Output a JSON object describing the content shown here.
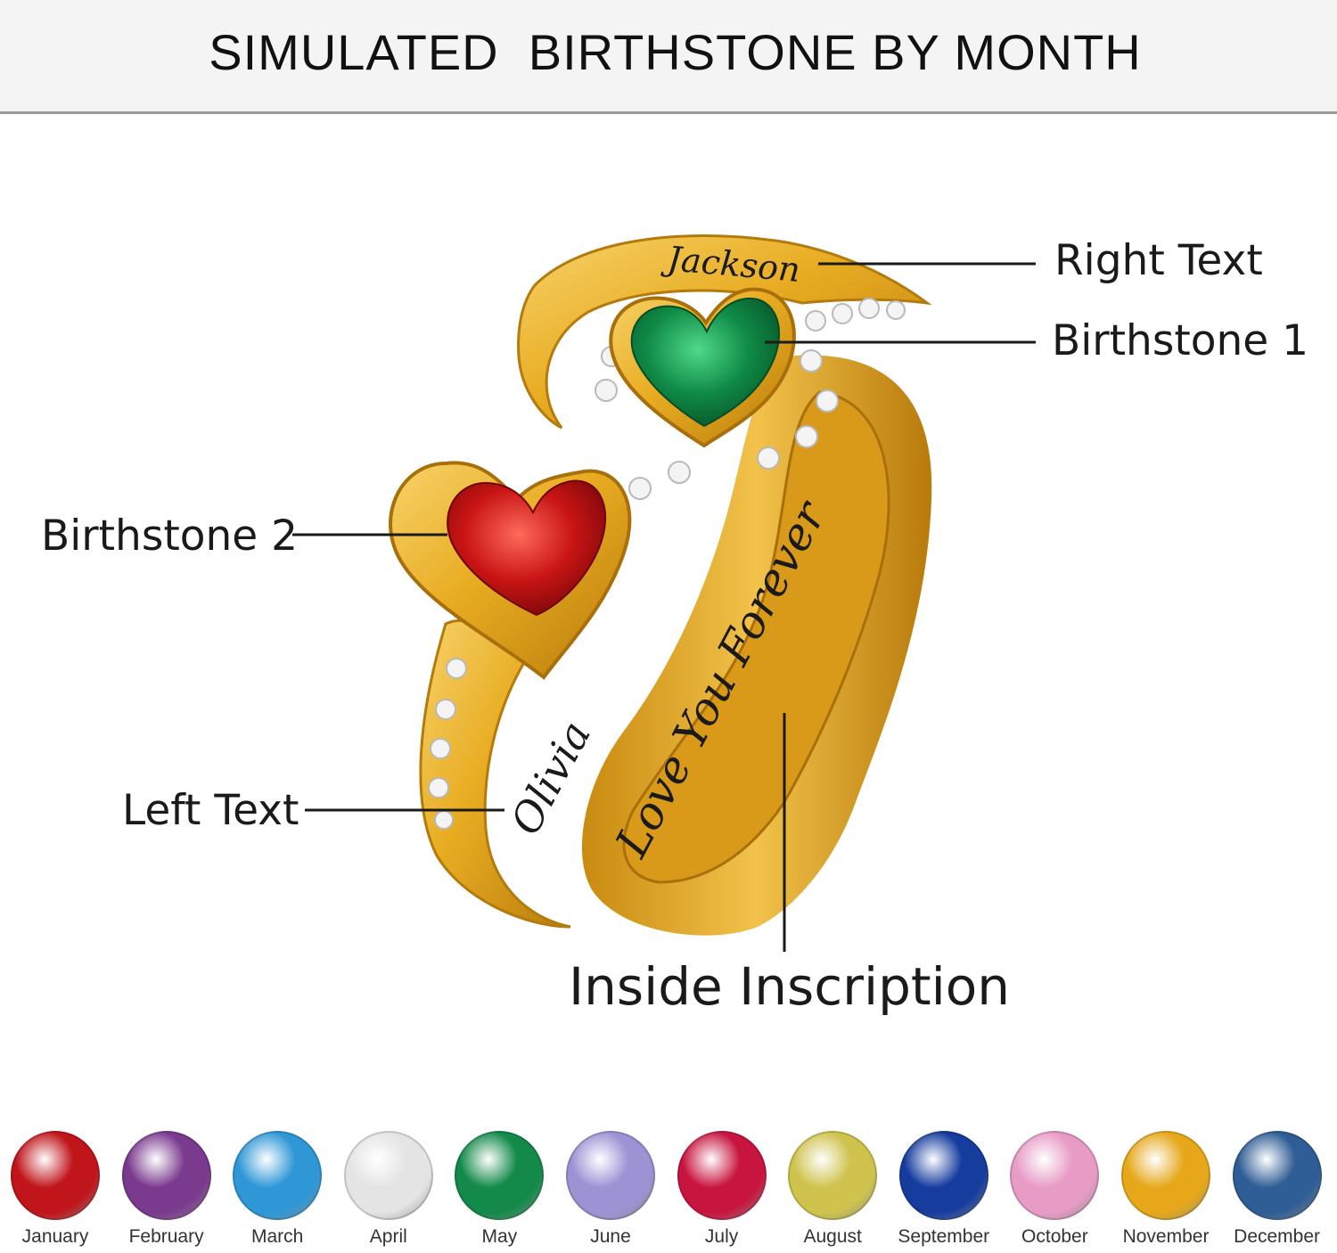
{
  "header": {
    "title": "SIMULATED  BIRTHSTONE BY MONTH"
  },
  "ring": {
    "engraving_right": "Jackson",
    "engraving_left": "Olivia",
    "engraving_inside": "Love You Forever",
    "stone1_color": "#0f8a46",
    "stone2_color": "#c81414",
    "metal_color": "#e8ac22"
  },
  "callouts": {
    "right_text": "Right Text",
    "birthstone_1": "Birthstone 1",
    "birthstone_2": "Birthstone 2",
    "left_text": "Left Text",
    "inside_inscription": "Inside Inscription"
  },
  "months": [
    {
      "name": "January",
      "color": "#c0151b"
    },
    {
      "name": "February",
      "color": "#7a3a8e"
    },
    {
      "name": "March",
      "color": "#2f97d6"
    },
    {
      "name": "April",
      "color": "#e4e4e4"
    },
    {
      "name": "May",
      "color": "#13894a"
    },
    {
      "name": "June",
      "color": "#9d92d4"
    },
    {
      "name": "July",
      "color": "#c8153f"
    },
    {
      "name": "August",
      "color": "#cfc34e"
    },
    {
      "name": "September",
      "color": "#163c9e"
    },
    {
      "name": "October",
      "color": "#e79cc6"
    },
    {
      "name": "November",
      "color": "#e6a81a"
    },
    {
      "name": "December",
      "color": "#2f5d95"
    }
  ]
}
